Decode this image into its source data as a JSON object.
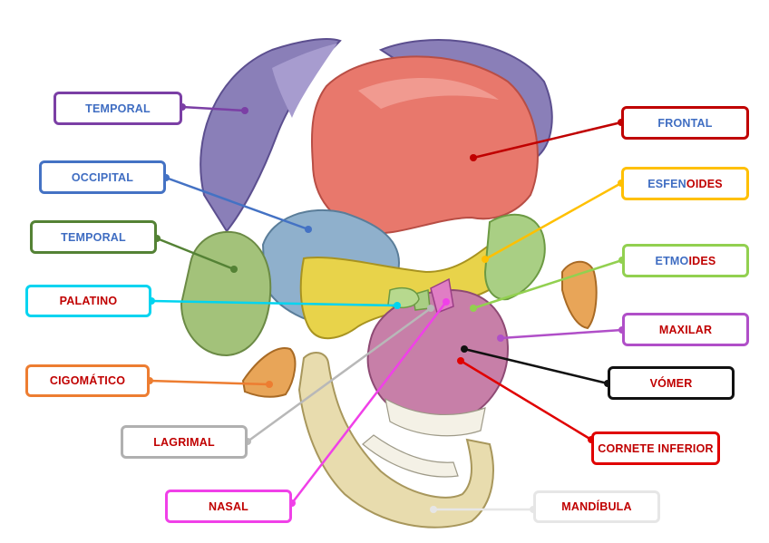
{
  "diagram": {
    "labels": [
      {
        "id": "temporal-top",
        "text": "TEMPORAL",
        "border": "#7b3fa5",
        "color": "#3f6dc2"
      },
      {
        "id": "occipital",
        "text": "OCCIPITAL",
        "border": "#4472c4",
        "color": "#3f6dc2"
      },
      {
        "id": "temporal-left",
        "text": "TEMPORAL",
        "border": "#548235",
        "color": "#3f6dc2"
      },
      {
        "id": "palatino",
        "text": "PALATINO",
        "border": "#00d4f0",
        "color": "#c00000"
      },
      {
        "id": "cigomatico",
        "text": "CIGOMÁTICO",
        "border": "#ed7d31",
        "color": "#c00000"
      },
      {
        "id": "lagrimal",
        "text": "LAGRIMAL",
        "border": "#b0b0b0",
        "color": "#c00000"
      },
      {
        "id": "nasal",
        "text": "NASAL",
        "border": "#f040e8",
        "color": "#c00000"
      },
      {
        "id": "frontal",
        "text": "FRONTAL",
        "border": "#c00000",
        "color": "#3f6dc2"
      },
      {
        "id": "esfenoides",
        "text": "ESFENOIDES",
        "part_a": "ESFEN",
        "part_b": "OIDES",
        "border": "#ffc000",
        "color": "#3f6dc2",
        "color_b": "#c00000"
      },
      {
        "id": "etmoides",
        "text": "ETMOIDES",
        "part_a": "ETMO",
        "part_b": "IDES",
        "border": "#92d050",
        "color": "#3f6dc2",
        "color_b": "#c00000"
      },
      {
        "id": "maxilar",
        "text": "MAXILAR",
        "border": "#b04fc8",
        "color": "#c00000"
      },
      {
        "id": "vomer",
        "text": "VÓMER",
        "border": "#111111",
        "color": "#c00000"
      },
      {
        "id": "cornete",
        "text": "CORNETE INFERIOR",
        "border": "#e00000",
        "color": "#c00000"
      },
      {
        "id": "mandibula",
        "text": "MANDÍBULA",
        "border": "#e6e6e6",
        "color": "#c00000"
      }
    ]
  }
}
